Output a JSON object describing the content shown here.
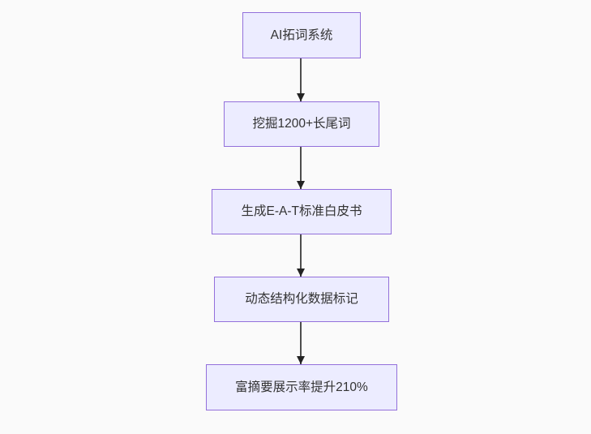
{
  "diagram": {
    "type": "flowchart",
    "direction": "top-down",
    "style": {
      "canvas_bg": "#fafafa",
      "node_fill": "#ECECFF",
      "node_border": "#9370DB",
      "node_text": "#333333",
      "edge_color": "#4d4d4d",
      "arrowhead_color": "#232323"
    },
    "nodes": [
      {
        "id": "n1",
        "label": "AI拓词系统"
      },
      {
        "id": "n2",
        "label": "挖掘1200+长尾词"
      },
      {
        "id": "n3",
        "label": "生成E-A-T标准白皮书"
      },
      {
        "id": "n4",
        "label": "动态结构化数据标记"
      },
      {
        "id": "n5",
        "label": "富摘要展示率提升210%"
      }
    ],
    "edges": [
      {
        "from": "n1",
        "to": "n2"
      },
      {
        "from": "n2",
        "to": "n3"
      },
      {
        "from": "n3",
        "to": "n4"
      },
      {
        "from": "n4",
        "to": "n5"
      }
    ]
  }
}
